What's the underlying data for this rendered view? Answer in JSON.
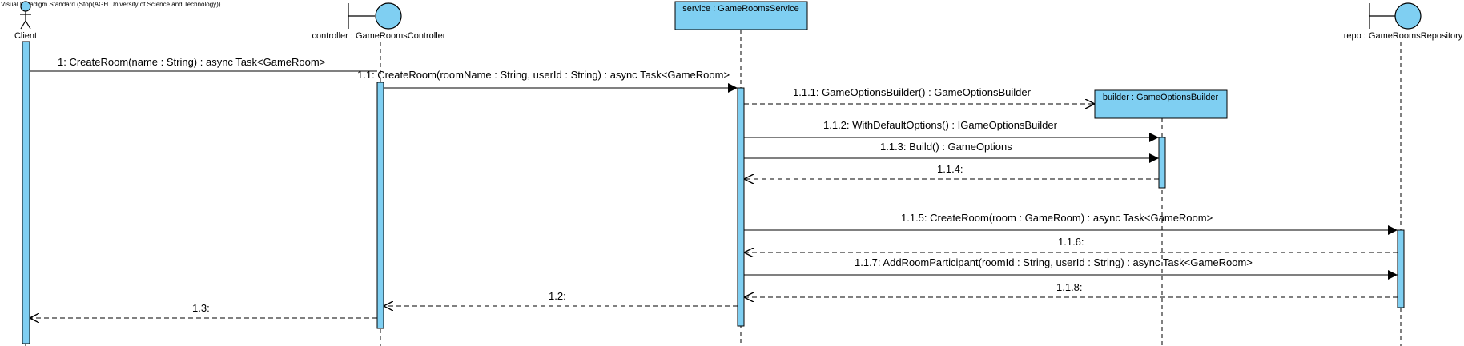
{
  "watermark": "Visual Paradigm Standard (Stop(AGH University of Science and Technology))",
  "participants": {
    "client": {
      "label": "Client"
    },
    "controller": {
      "label": "controller : GameRoomsController"
    },
    "service": {
      "label": "service : GameRoomsService"
    },
    "builder": {
      "label": "builder : GameOptionsBuilder"
    },
    "repo": {
      "label": "repo : GameRoomsRepository"
    }
  },
  "messages": {
    "m1": "1: CreateRoom(name : String) : async Task<GameRoom>",
    "m1_1": "1.1: CreateRoom(roomName : String, userId : String) : async Task<GameRoom>",
    "m1_1_1": "1.1.1: GameOptionsBuilder() : GameOptionsBuilder",
    "m1_1_2": "1.1.2: WithDefaultOptions() : IGameOptionsBuilder",
    "m1_1_3": "1.1.3: Build() : GameOptions",
    "m1_1_4": "1.1.4:",
    "m1_1_5": "1.1.5: CreateRoom(room : GameRoom) : async Task<GameRoom>",
    "m1_1_6": "1.1.6:",
    "m1_1_7": "1.1.7: AddRoomParticipant(roomId : String, userId : String) : async Task<GameRoom>",
    "m1_1_8": "1.1.8:",
    "m1_2": "1.2:",
    "m1_3": "1.3:"
  },
  "colors": {
    "fill": "#7fcff2",
    "stroke": "#000000",
    "background": "#ffffff"
  }
}
